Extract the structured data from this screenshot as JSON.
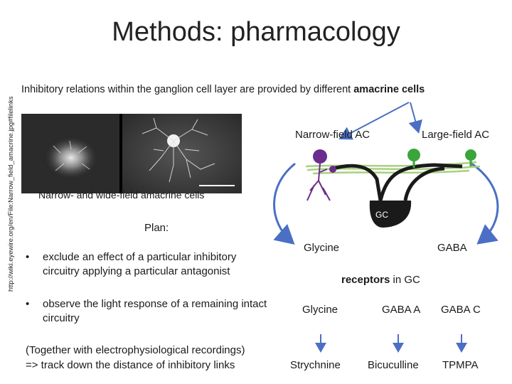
{
  "slide": {
    "title": "Methods: pharmacology",
    "source_url": "http://wiki.eyewire.org/en/File:Narrow_field_amacrine.jpg#filelinks",
    "intro_prefix": "Inhibitory relations within the ganglion cell layer are provided by different ",
    "intro_bold": "amacrine cells",
    "image_caption": "Narrow- and wide-field amacrine cells",
    "plan_label": "Plan:",
    "bullets": [
      {
        "marker": "•",
        "line1": "exclude an effect of a particular inhibitory",
        "line2": "circuitry applying a particular antagonist"
      },
      {
        "marker": "•",
        "line1": "observe the light response of a remaining intact",
        "line2": "circuitry"
      }
    ],
    "note_line1": "(Together with electrophysiological recordings)",
    "note_line2": "=> track down the distance of inhibitory links"
  },
  "diagram": {
    "narrow_label": "Narrow-field AC",
    "large_label": "Large-field AC",
    "gc_label": "GC",
    "transmitter_left": "Glycine",
    "transmitter_right": "GABA",
    "receptors_bold": "receptors",
    "receptors_rest": " in GC",
    "receptor_glycine": "Glycine",
    "receptor_gaba_a": "GABA A",
    "receptor_gaba_c": "GABA C",
    "antagonist_glycine": "Strychnine",
    "antagonist_gaba_a": "Bicuculline",
    "antagonist_gaba_c": "TPMPA",
    "colors": {
      "narrow_ac": "#6b2d8c",
      "large_ac": "#3aa53a",
      "dendrites": "#a8d080",
      "gc": "#1a1a1a",
      "arrows": "#4a6fc4"
    }
  }
}
